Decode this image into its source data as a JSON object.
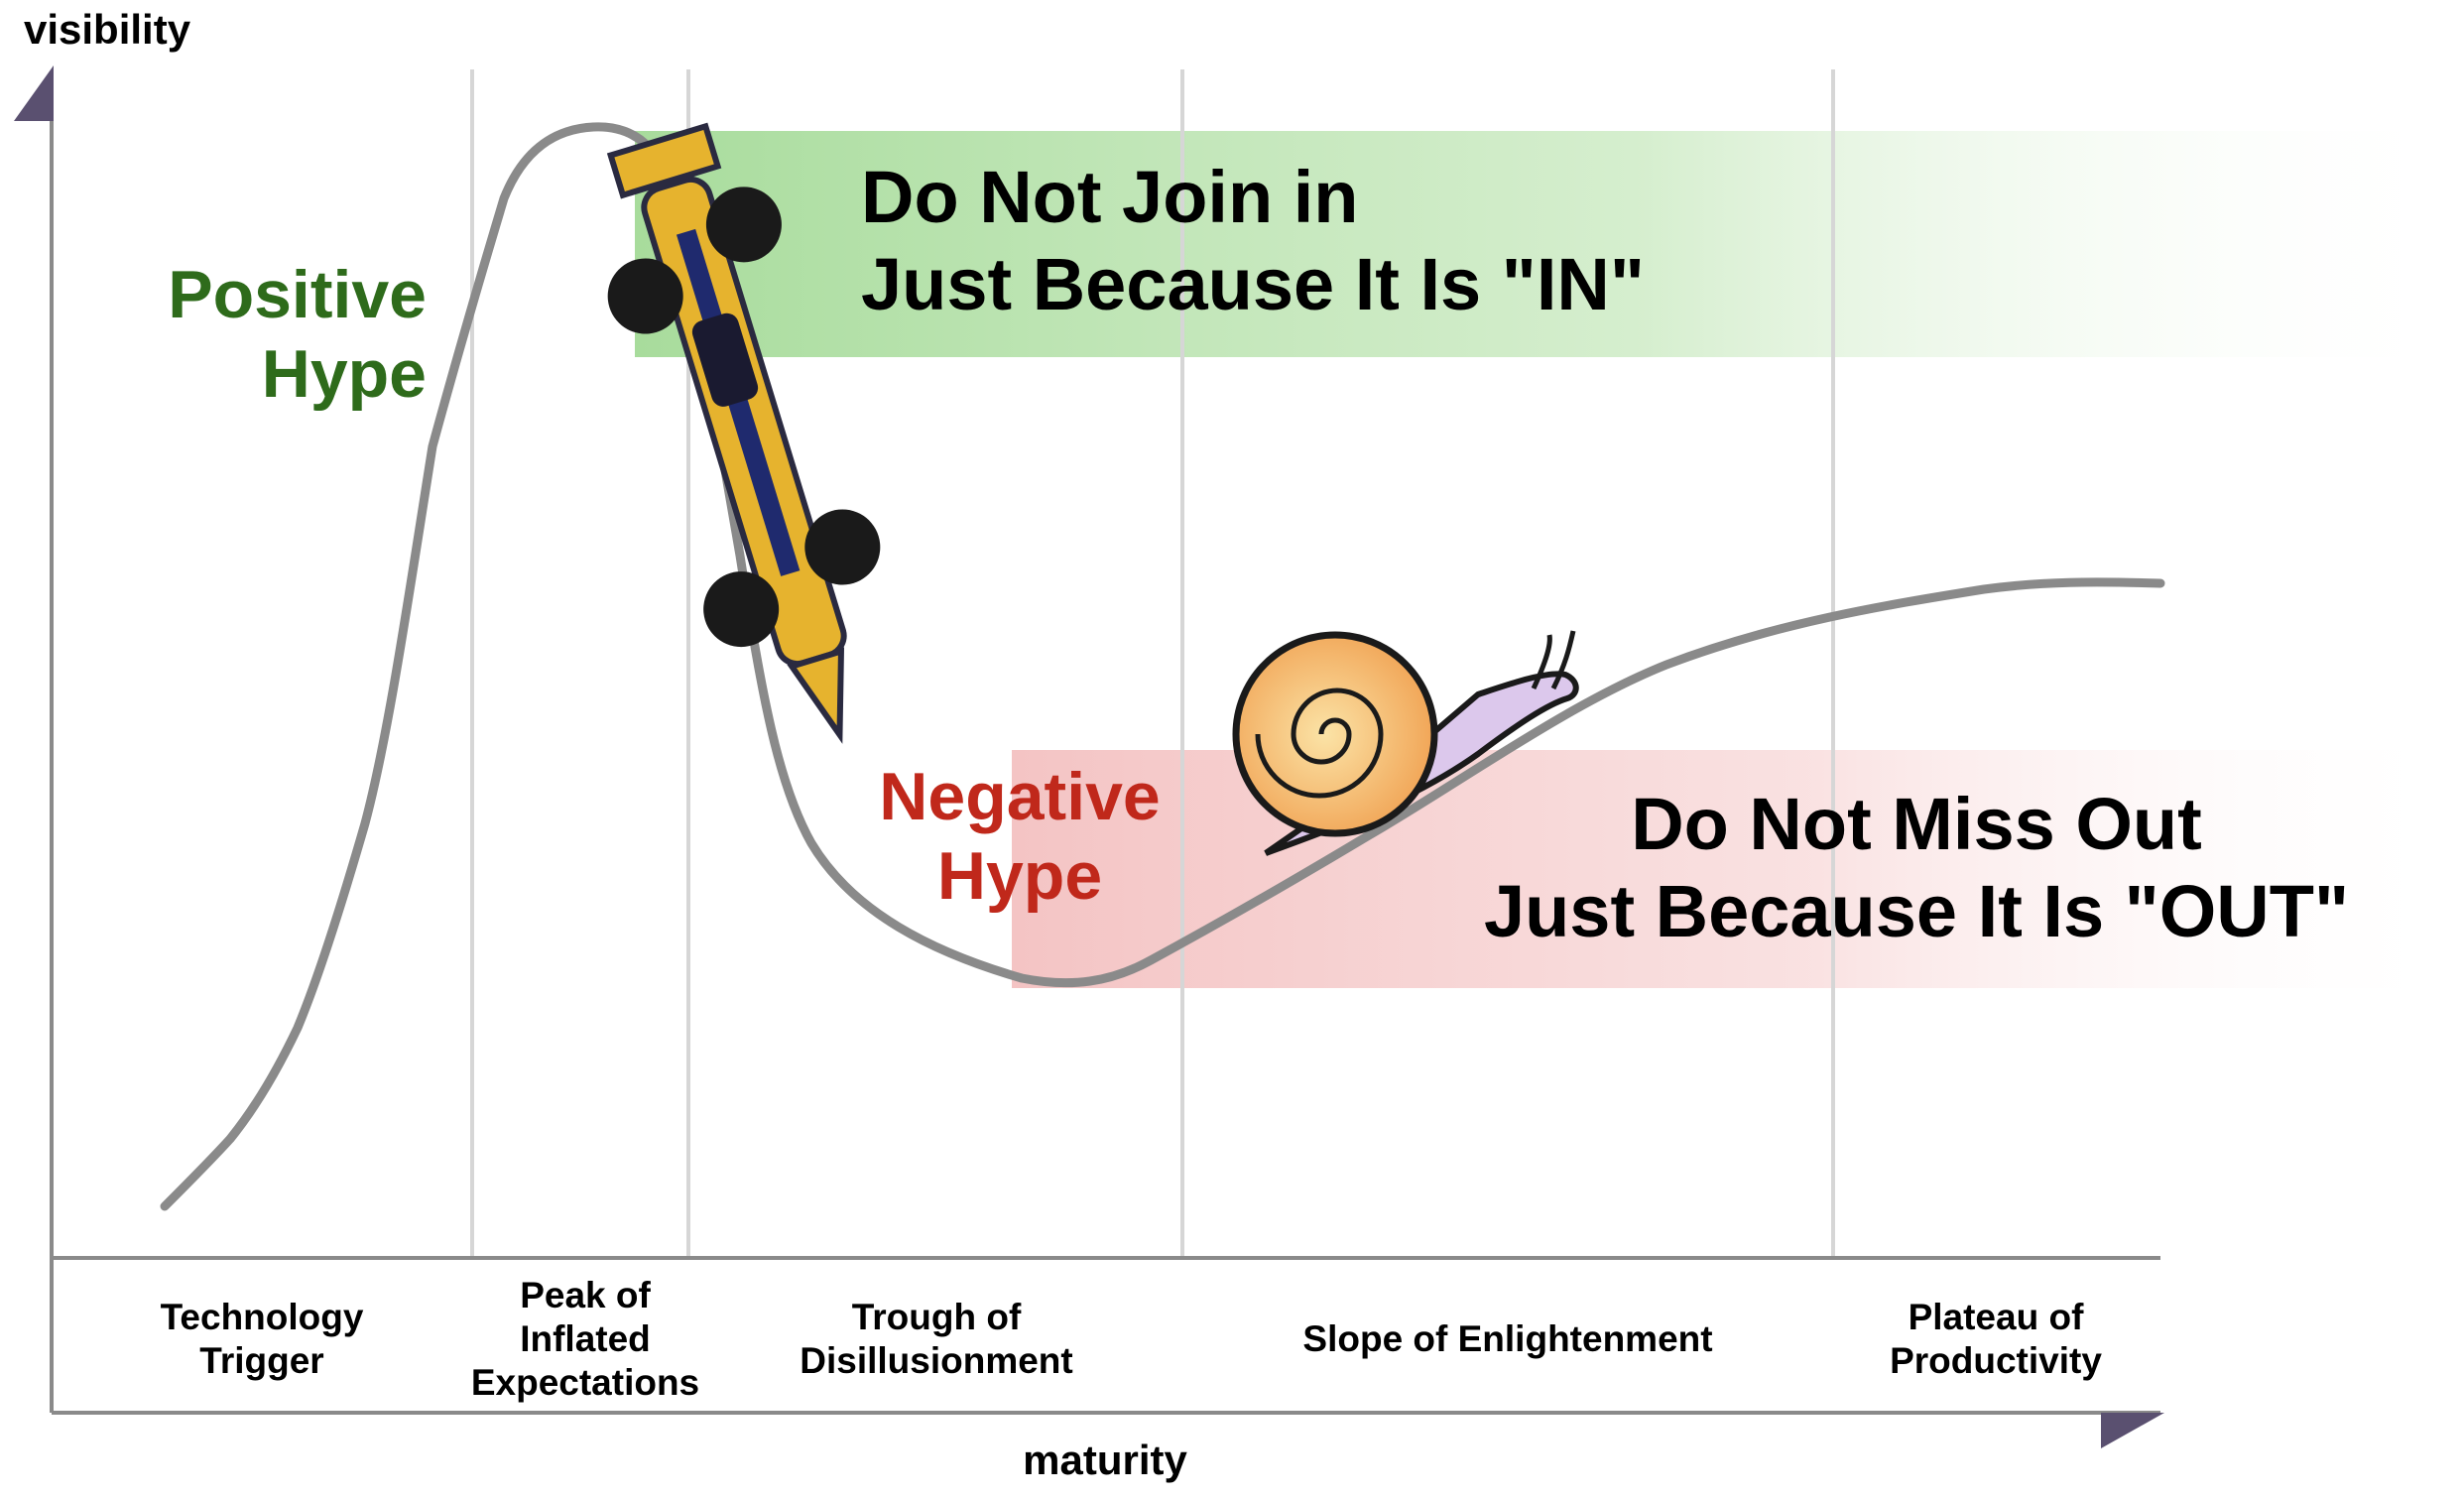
{
  "axes": {
    "y_label": "visibility",
    "x_label": "maturity"
  },
  "phases": [
    {
      "id": "technology-trigger",
      "lines": [
        "Technology",
        "Trigger"
      ]
    },
    {
      "id": "peak",
      "lines": [
        "Peak of",
        "Inflated",
        "Expectations"
      ]
    },
    {
      "id": "trough",
      "lines": [
        "Trough of",
        "Disillusionment"
      ]
    },
    {
      "id": "slope",
      "lines": [
        "Slope of Enlightenment"
      ]
    },
    {
      "id": "plateau",
      "lines": [
        "Plateau of",
        "Productivity"
      ]
    }
  ],
  "annotations": {
    "positive": {
      "lines": [
        "Positive",
        "Hype"
      ],
      "color": "#2e6b1b"
    },
    "negative": {
      "lines": [
        "Negative",
        "Hype"
      ],
      "color": "#c0281b"
    }
  },
  "banners": {
    "in": {
      "lines": [
        "Do Not Join in",
        "Just Because It Is \"IN\""
      ],
      "color": "#a8dc9c"
    },
    "out": {
      "lines": [
        "Do Not Miss Out",
        "Just Because It Is \"OUT\""
      ],
      "color": "#f4c4c4"
    }
  },
  "colors": {
    "curve": "#8a8a8a",
    "axis": "#8a8a8a",
    "arrowhead": "#5a5070",
    "gridline": "#d6d6d6"
  },
  "icons": [
    "race-car-icon",
    "snail-icon"
  ]
}
